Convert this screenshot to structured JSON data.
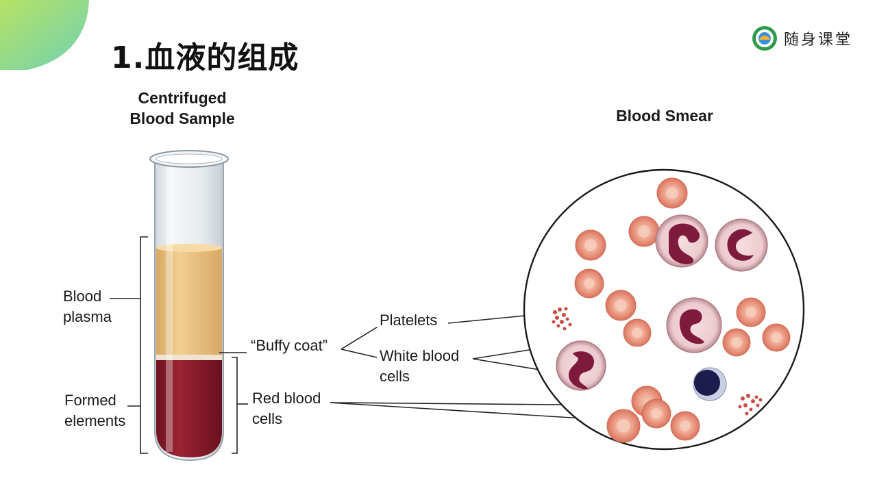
{
  "slide": {
    "title": "1.血液的组成",
    "brand": "随身课堂",
    "accent": "#a6dd5e",
    "accent2": "#6fd1b4"
  },
  "tube": {
    "heading_line1": "Centrifuged",
    "heading_line2": "Blood Sample",
    "plasma_label_line1": "Blood",
    "plasma_label_line2": "plasma",
    "formed_label_line1": "Formed",
    "formed_label_line2": "elements",
    "buffy_label": "“Buffy coat”",
    "rbc_label_line1": "Red blood",
    "rbc_label_line2": "cells",
    "plasma_color": "#e5bd7a",
    "rbc_color": "#8e1d2a"
  },
  "smear": {
    "heading": "Blood Smear",
    "platelets_label": "Platelets",
    "wbc_label_line1": "White blood",
    "wbc_label_line2": "cells",
    "rbc_cell_color": "#e79a86",
    "wbc_nucleus_color": "#7e1a3c"
  }
}
